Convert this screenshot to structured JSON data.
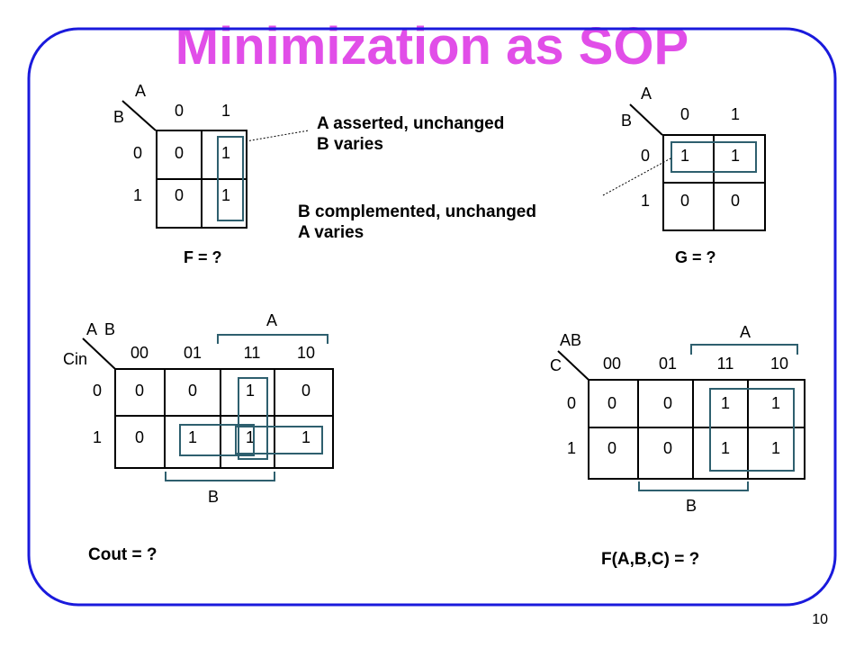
{
  "slide": {
    "title": "Minimization as SOP",
    "page_number": "10"
  },
  "colors": {
    "title": "#e14ee8",
    "frame": "#1a1adc",
    "group": "#2e5f6e",
    "text": "#000000"
  },
  "kmap_f": {
    "var_a": "A",
    "var_b": "B",
    "cols": [
      "0",
      "1"
    ],
    "rows": [
      "0",
      "1"
    ],
    "cells": [
      [
        "0",
        "1"
      ],
      [
        "0",
        "1"
      ]
    ],
    "formula": "F = ?"
  },
  "kmap_g": {
    "var_a": "A",
    "var_b": "B",
    "cols": [
      "0",
      "1"
    ],
    "rows": [
      "0",
      "1"
    ],
    "cells": [
      [
        "1",
        "1"
      ],
      [
        "0",
        "0"
      ]
    ],
    "formula": "G = ?"
  },
  "annotation_f": {
    "line1": "A asserted, unchanged",
    "line2": "B varies"
  },
  "annotation_g": {
    "line1": "B complemented, unchanged",
    "line2": "A varies"
  },
  "kmap_cout": {
    "var_a": "A",
    "var_b": "B",
    "var_c": "Cin",
    "cols": [
      "00",
      "01",
      "11",
      "10"
    ],
    "rows": [
      "0",
      "1"
    ],
    "cells": [
      [
        "0",
        "0",
        "1",
        "0"
      ],
      [
        "0",
        "1",
        "1",
        "1"
      ]
    ],
    "bracket_a": "A",
    "bracket_b": "B",
    "formula": "Cout = ?"
  },
  "kmap_fabc": {
    "var_ab": "AB",
    "var_c": "C",
    "cols": [
      "00",
      "01",
      "11",
      "10"
    ],
    "rows": [
      "0",
      "1"
    ],
    "cells": [
      [
        "0",
        "0",
        "1",
        "1"
      ],
      [
        "0",
        "0",
        "1",
        "1"
      ]
    ],
    "bracket_a": "A",
    "bracket_b": "B",
    "formula": "F(A,B,C) = ?"
  }
}
